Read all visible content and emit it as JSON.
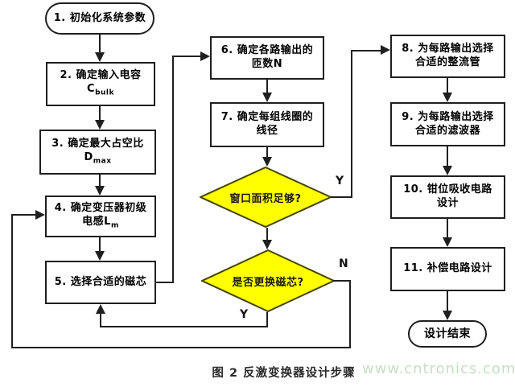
{
  "figure": {
    "caption": "图 2 反激变换器设计步骤",
    "watermark": "www.cntronics.com"
  },
  "colors": {
    "diamond_fill": "#ffff00",
    "node_border": "#1f1f1f",
    "watermark": "#c6e0c3"
  },
  "nodes": {
    "start": {
      "label": "1. 初始化系统参数"
    },
    "s2": {
      "line1": "2. 确定输入电容",
      "base": "C",
      "sub": "bulk"
    },
    "s3": {
      "line1": "3. 确定最大占空比",
      "base": "D",
      "sub": "max"
    },
    "s4": {
      "line1": "4. 确定变压器初级",
      "line2base": "电感L",
      "sub": "m"
    },
    "s5": {
      "label": "5. 选择合适的磁芯"
    },
    "s6": {
      "line1": "6. 确定各路输出的",
      "line2": "匝数N"
    },
    "s7": {
      "line1": "7. 确定每组线圈的",
      "line2": "线径"
    },
    "d1": {
      "label": "窗口面积足够?"
    },
    "d2": {
      "label": "是否更换磁芯?"
    },
    "s8": {
      "line1": "8. 为每路输出选择",
      "line2": "合适的整流管"
    },
    "s9": {
      "line1": "9. 为每路输出选择",
      "line2": "合适的滤波器"
    },
    "s10": {
      "line1": "10. 钳位吸收电路",
      "line2": "设计"
    },
    "s11": {
      "label": "11. 补偿电路设计"
    },
    "end": {
      "label": "设计结束"
    }
  },
  "edges": {
    "d1_yes": "Y",
    "d2_no": "N",
    "d2_yes": "Y"
  }
}
